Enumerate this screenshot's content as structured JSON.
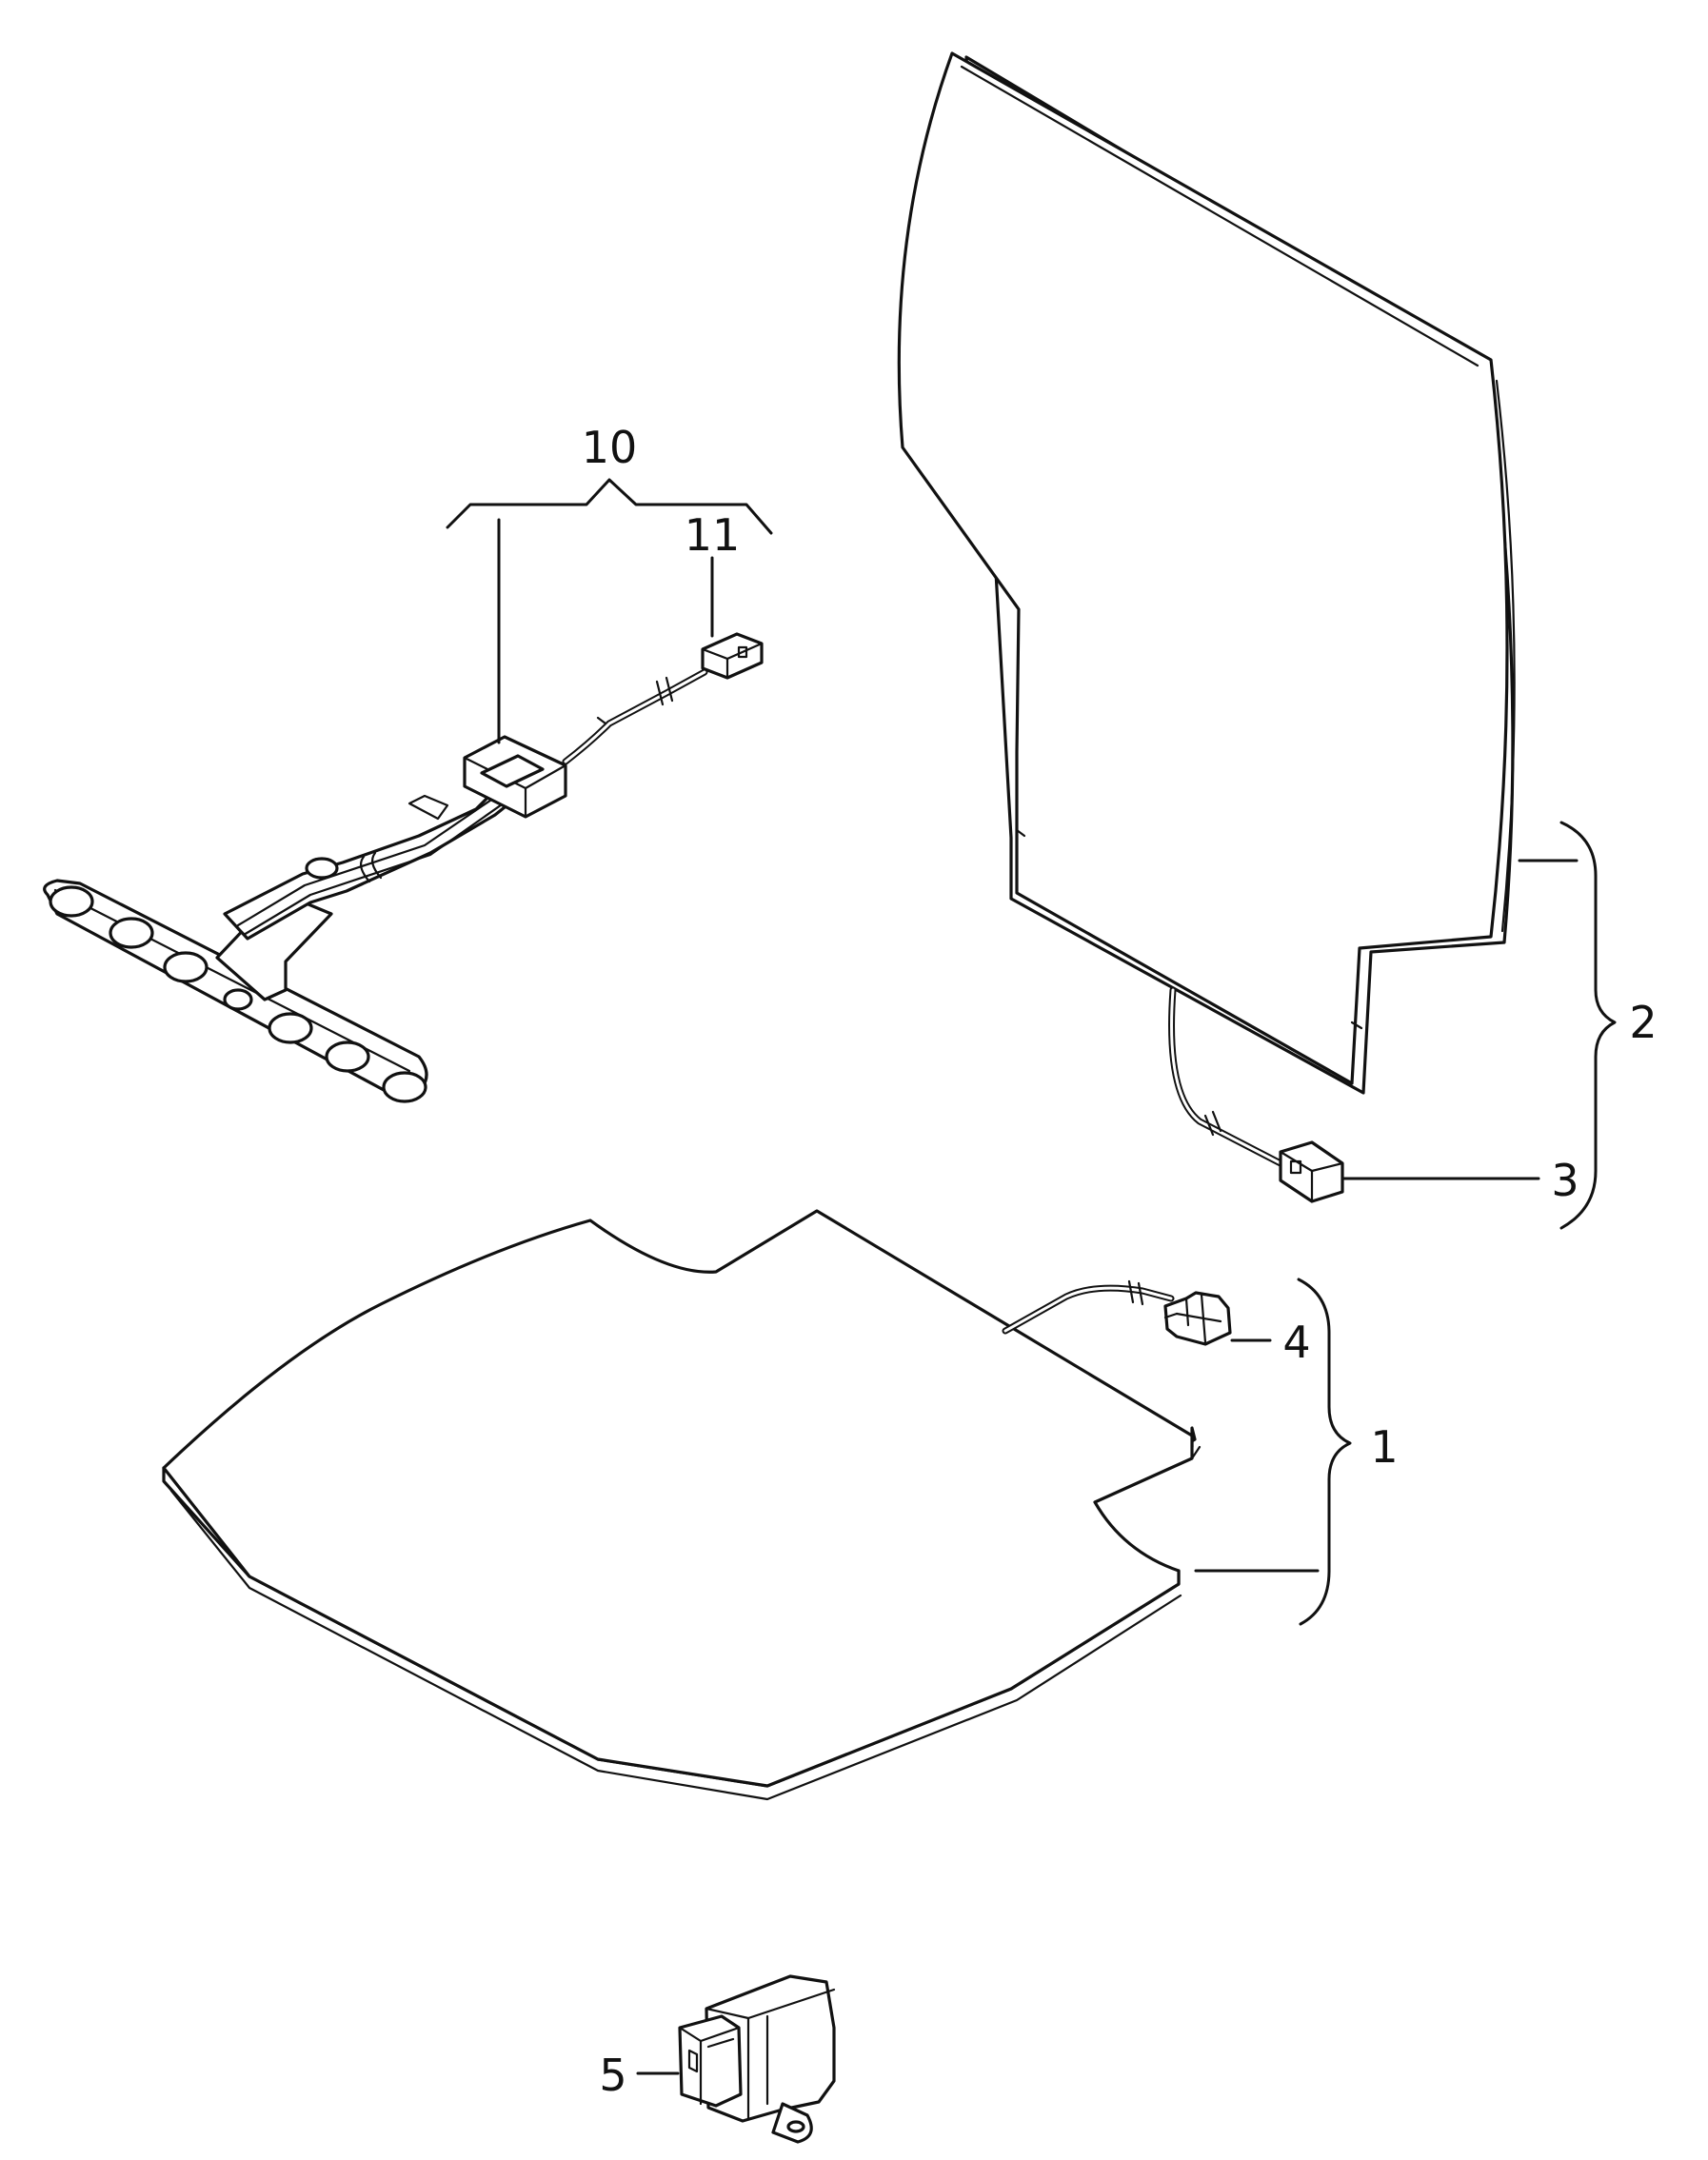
{
  "callouts": {
    "c1": "1",
    "c2": "2",
    "c3": "3",
    "c4": "4",
    "c5": "5",
    "c10": "10",
    "c11": "11"
  }
}
